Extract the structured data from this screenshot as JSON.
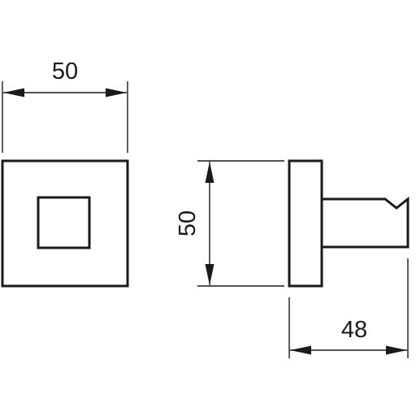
{
  "dimensions": {
    "front_width": "50",
    "side_height": "50",
    "side_depth": "48"
  },
  "colors": {
    "line": "#1a1a1a",
    "background": "#ffffff"
  }
}
